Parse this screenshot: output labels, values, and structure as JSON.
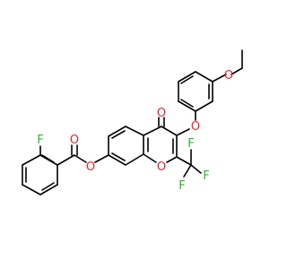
{
  "colors": {
    "bond": "#000000",
    "oxygen": "#e8242c",
    "fluorine": "#2fb52f",
    "background": "#ffffff"
  },
  "atoms": {
    "o_carbonyl": "O",
    "o_ether_aryl": "O",
    "o_ethoxy": "O",
    "o_ring": "O",
    "o_ester_link": "O",
    "o_ester_carbonyl": "O",
    "f_aryl": "F",
    "f_cf3_top": "F",
    "f_cf3_left": "F",
    "f_cf3_right": "F"
  }
}
